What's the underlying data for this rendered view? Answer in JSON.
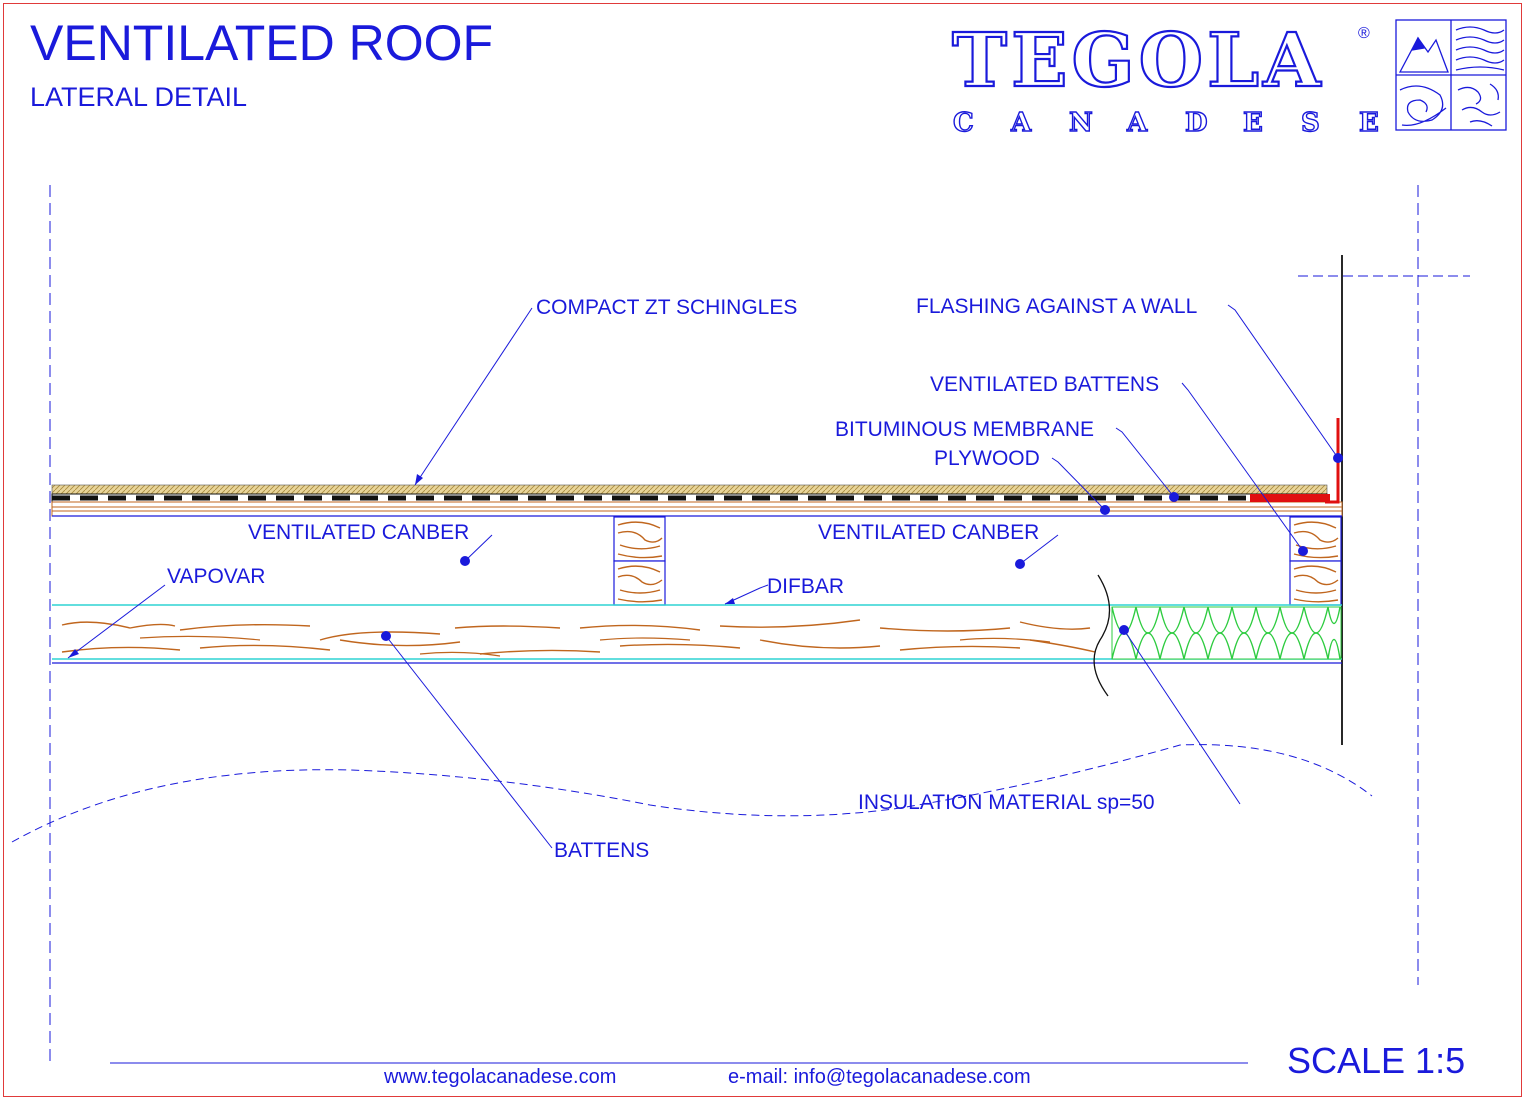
{
  "header": {
    "title": "VENTILATED ROOF",
    "subtitle": "LATERAL DETAIL"
  },
  "logo": {
    "name": "TEGOLA",
    "registered": "®",
    "tagline_letters": [
      "C",
      "A",
      "N",
      "A",
      "D",
      "E",
      "S",
      "E"
    ]
  },
  "labels": {
    "compact_zt": "COMPACT ZT SCHINGLES",
    "flashing": "FLASHING AGAINST A WALL",
    "ventilated_battens": "VENTILATED BATTENS",
    "bituminous_membrane": "BITUMINOUS MEMBRANE",
    "plywood": "PLYWOOD",
    "canber_left": "VENTILATED CANBER",
    "canber_right": "VENTILATED CANBER",
    "vapovar": "VAPOVAR",
    "difbar": "DIFBAR",
    "insulation": "INSULATION MATERIAL sp=50",
    "battens": "BATTENS"
  },
  "footer": {
    "website": "www.tegolacanadese.com",
    "email": "e-mail: info@tegolacanadese.com"
  },
  "scale": "SCALE 1:5",
  "colors": {
    "annotation": "#1a1adb",
    "wood": "#c0661e",
    "insulation": "#2ecc40",
    "cyan_layer": "#2fd4d4",
    "flashing": "#e01010",
    "frame": "#e03a3a"
  }
}
